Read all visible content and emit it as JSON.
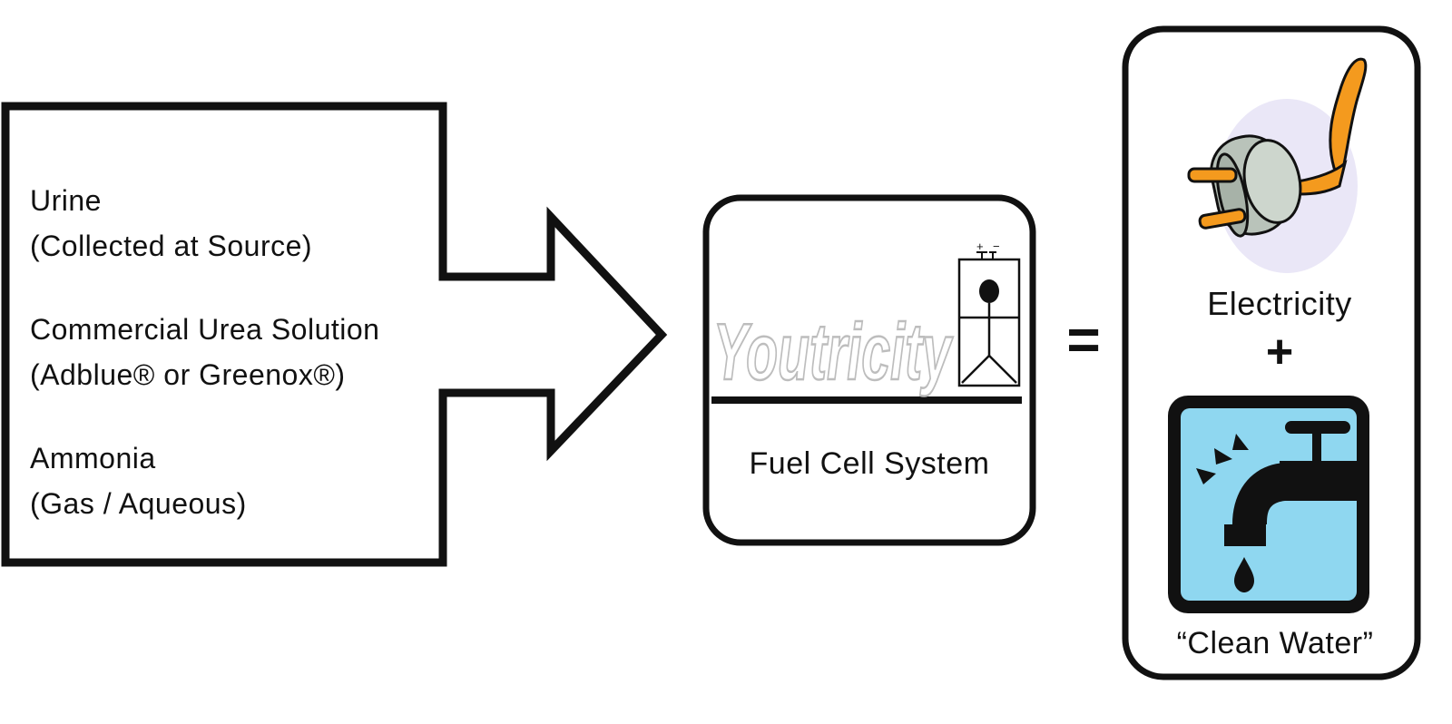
{
  "inputs": [
    {
      "name": "Urine",
      "detail": "(Collected at Source)"
    },
    {
      "name": "Commercial Urea Solution",
      "detail": "(Adblue® or Greenox®)"
    },
    {
      "name": "Ammonia",
      "detail": "(Gas / Aqueous)"
    }
  ],
  "system": {
    "brand": "Youtricity",
    "label": "Fuel Cell System",
    "plus_sign": "+",
    "minus_sign": "−"
  },
  "equals_sign": "=",
  "outputs": {
    "first": "Electricity",
    "plus": "+",
    "second": "“Clean Water”"
  },
  "colors": {
    "stroke": "#111111",
    "water_blue": "#8fd7f0",
    "plug_orange": "#f49a1e",
    "plug_grey": "#b9c3ba",
    "brand_grey": "#bdbdbd"
  },
  "icons": [
    "power-plug-icon",
    "water-tap-icon",
    "battery-person-icon"
  ]
}
